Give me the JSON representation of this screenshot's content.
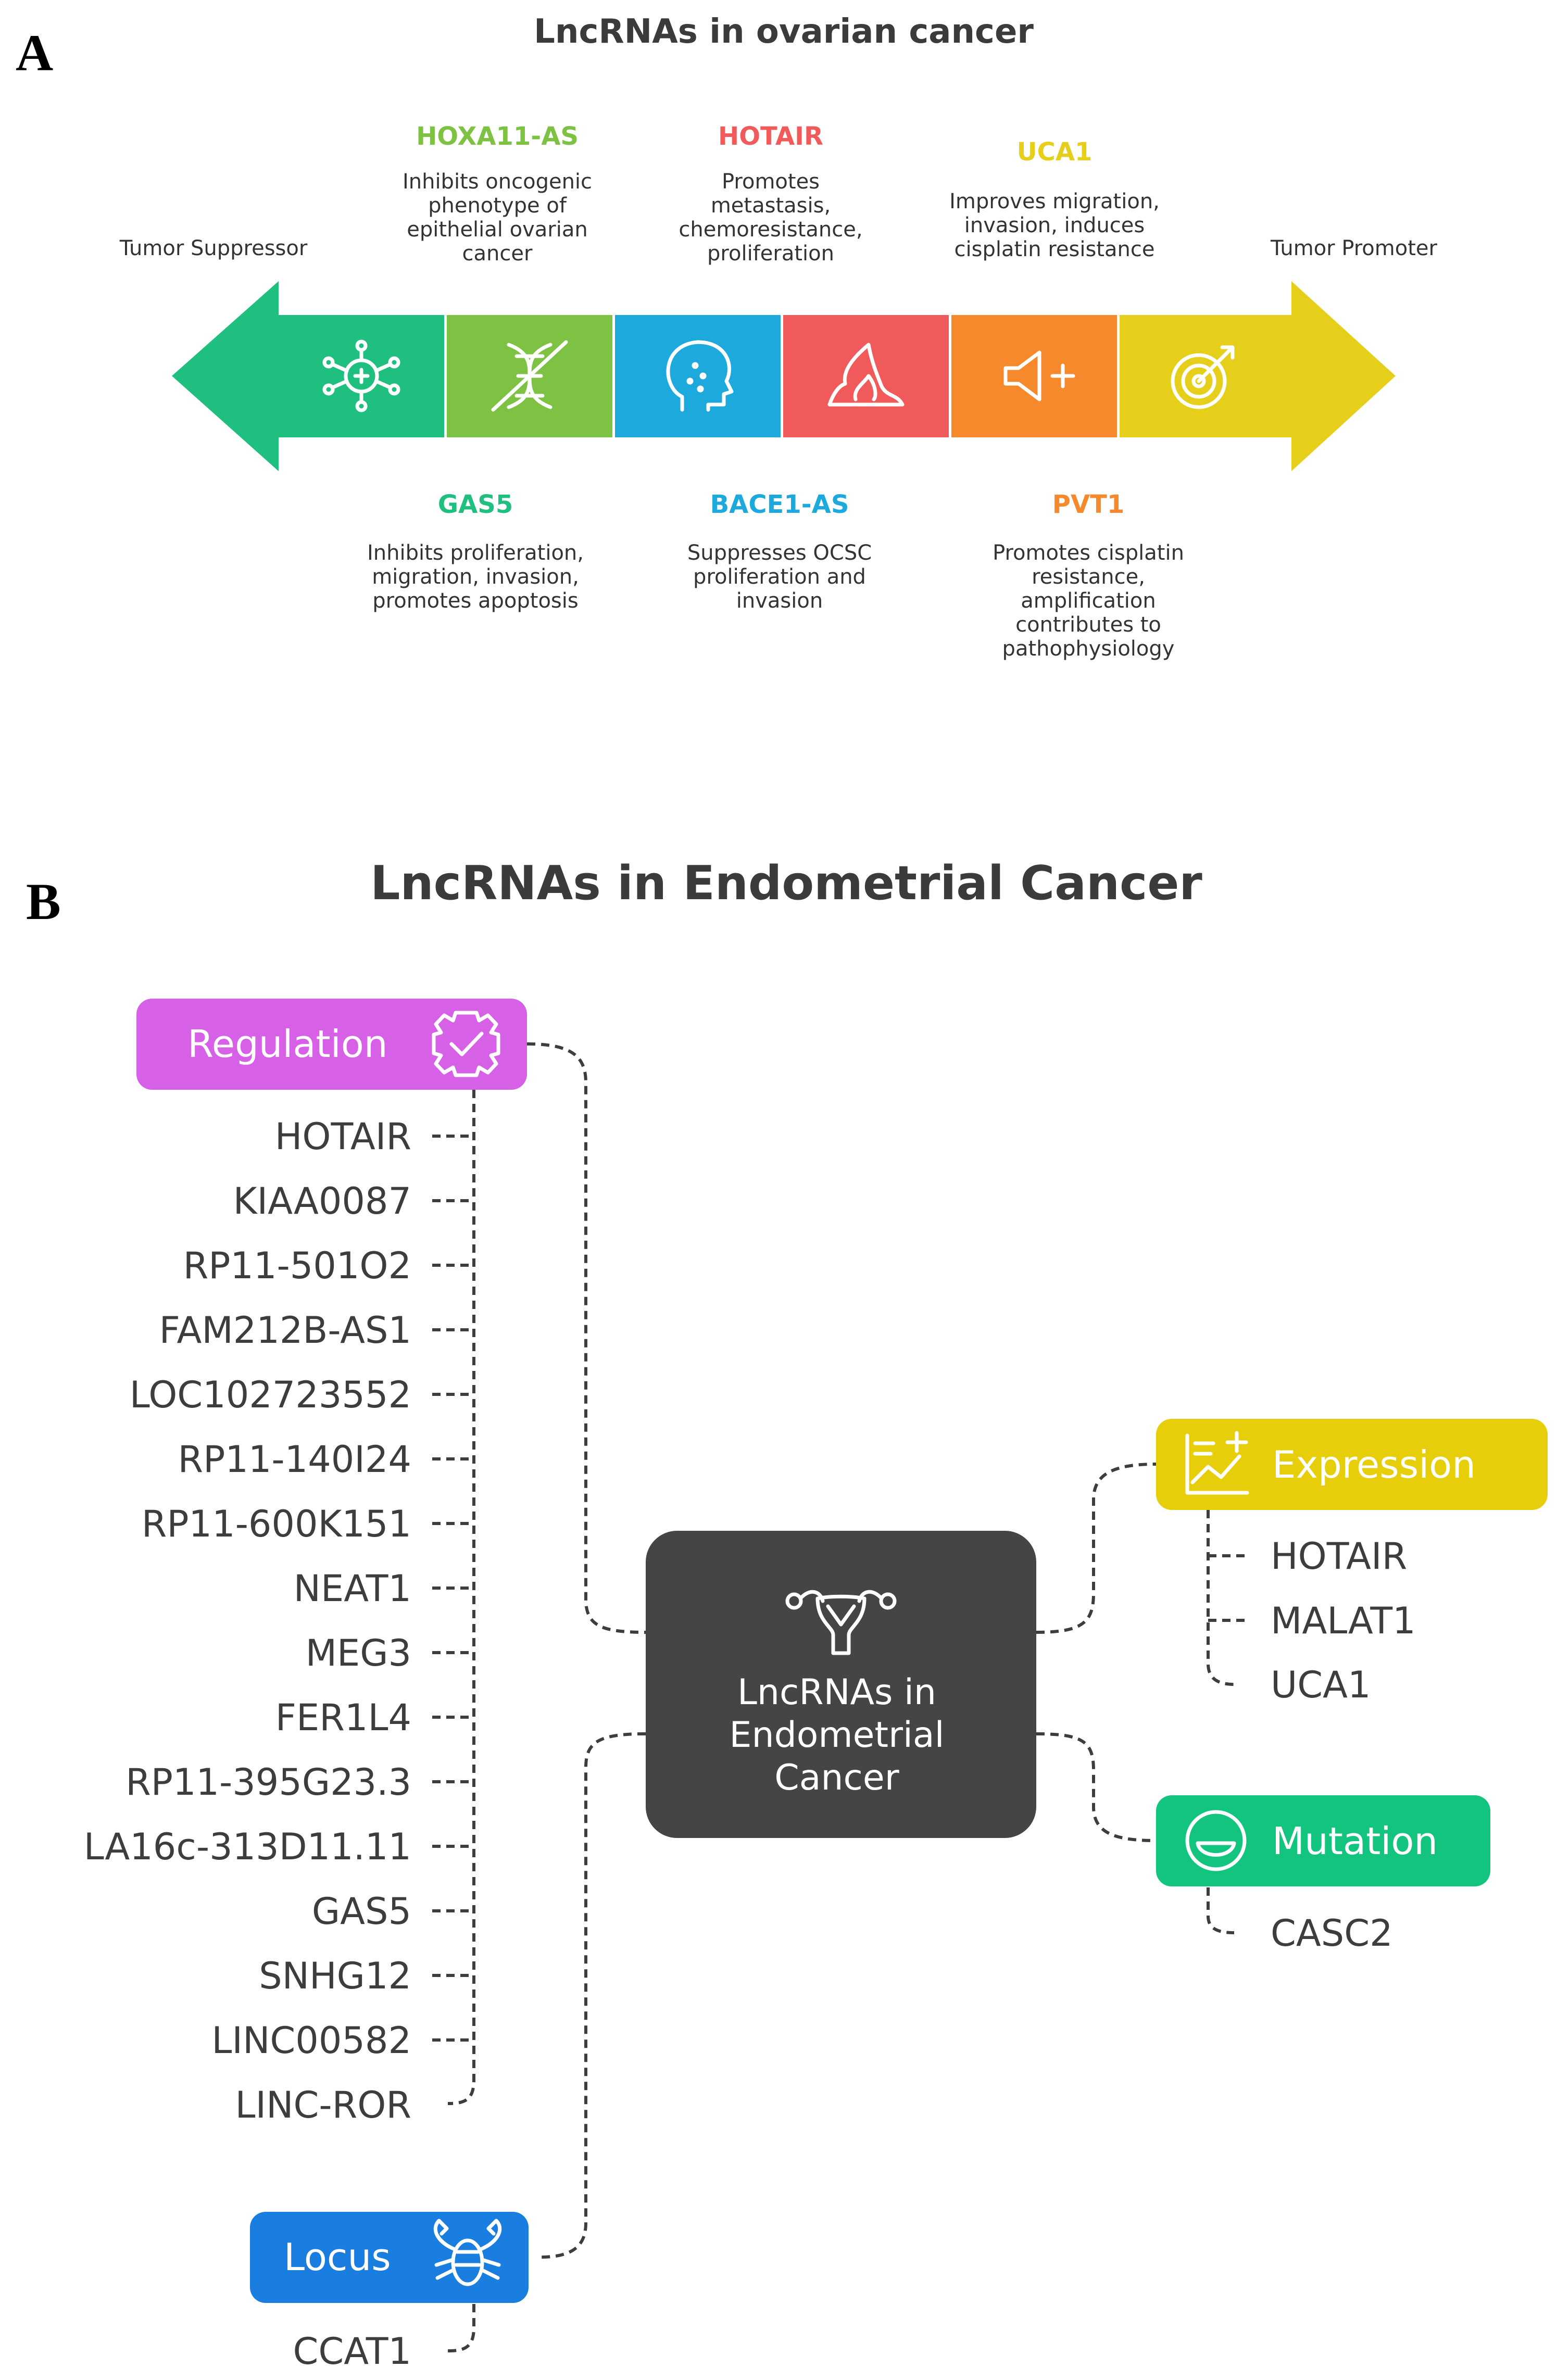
{
  "panel_a": {
    "label": "A",
    "title": "LncRNAs in ovarian cancer",
    "left_end": "Tumor Suppressor",
    "right_end": "Tumor Promoter",
    "top_genes": [
      {
        "name": "HOXA11-AS",
        "color": "#7dc242",
        "desc": [
          "Inhibits oncogenic",
          "phenotype of",
          "epithelial ovarian",
          "cancer"
        ]
      },
      {
        "name": "HOTAIR",
        "color": "#f05a5a",
        "desc": [
          "Promotes",
          "metastasis,",
          "chemoresistance,",
          "proliferation"
        ]
      },
      {
        "name": "UCA1",
        "color": "#e6cf1a",
        "desc": [
          "Improves migration,",
          "invasion, induces",
          "cisplatin resistance"
        ]
      }
    ],
    "bottom_genes": [
      {
        "name": "GAS5",
        "color": "#1fbf7f",
        "desc": [
          "Inhibits proliferation,",
          "migration, invasion,",
          "promotes apoptosis"
        ]
      },
      {
        "name": "BACE1-AS",
        "color": "#1ea9dd",
        "desc": [
          "Suppresses OCSC",
          "proliferation and",
          "invasion"
        ]
      },
      {
        "name": "PVT1",
        "color": "#f5892c",
        "desc": [
          "Promotes cisplatin",
          "resistance,",
          "amplification",
          "contributes to",
          "pathophysiology"
        ]
      }
    ],
    "arrow_segments": [
      {
        "icon": "network-icon",
        "color": "#1fbf7f"
      },
      {
        "icon": "crossed-dna-icon",
        "color": "#7dc242"
      },
      {
        "icon": "head-profile-icon",
        "color": "#1ea9dd"
      },
      {
        "icon": "flame-icon",
        "color": "#f05a5a"
      },
      {
        "icon": "megaphone-plus-icon",
        "color": "#f5892c"
      },
      {
        "icon": "target-arrow-icon",
        "color": "#e6cf1a"
      }
    ]
  },
  "panel_b": {
    "label": "B",
    "title": "LncRNAs in Endometrial Cancer",
    "center": {
      "lines": [
        "LncRNAs in",
        "Endometrial",
        "Cancer"
      ],
      "icon": "uterus-icon",
      "color": "#454545"
    },
    "regulation": {
      "label": "Regulation",
      "color": "#d660e6",
      "icon": "gear-check-icon",
      "items": [
        "HOTAIR",
        "KIAA0087",
        "RP11-501O2",
        "FAM212B-AS1",
        "LOC102723552",
        "RP11-140I24",
        "RP11-600K151",
        "NEAT1",
        "MEG3",
        "FER1L4",
        "RP11-395G23.3",
        "LA16c-313D11.11",
        "GAS5",
        "SNHG12",
        "LINC00582",
        "LINC-ROR"
      ]
    },
    "locus": {
      "label": "Locus",
      "color": "#1a7de0",
      "icon": "lobster-icon",
      "items": [
        "CCAT1"
      ]
    },
    "expression": {
      "label": "Expression",
      "color": "#e6cf0a",
      "icon": "chart-plus-icon",
      "items": [
        "HOTAIR",
        "MALAT1",
        "UCA1"
      ]
    },
    "mutation": {
      "label": "Mutation",
      "color": "#12c47e",
      "icon": "smile-icon",
      "items": [
        "CASC2"
      ]
    }
  }
}
